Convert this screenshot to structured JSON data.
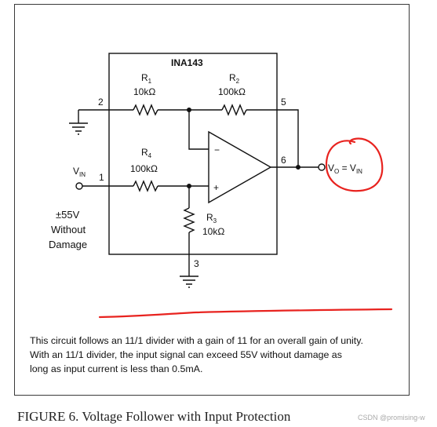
{
  "chip": {
    "name": "INA143"
  },
  "resistors": {
    "r1": {
      "name": "R",
      "sub": "1",
      "value": "10kΩ"
    },
    "r2": {
      "name": "R",
      "sub": "2",
      "value": "100kΩ"
    },
    "r3": {
      "name": "R",
      "sub": "3",
      "value": "10kΩ"
    },
    "r4": {
      "name": "R",
      "sub": "4",
      "value": "100kΩ"
    }
  },
  "pins": {
    "p1": "1",
    "p2": "2",
    "p3": "3",
    "p5": "5",
    "p6": "6"
  },
  "opamp": {
    "minus": "−",
    "plus": "+"
  },
  "input": {
    "label": "V",
    "sub": "IN"
  },
  "output": {
    "v": "V",
    "sub_o": "O",
    "eq": " = V",
    "sub_in": "IN"
  },
  "protection": {
    "line1": "±55V",
    "line2": "Without",
    "line3": "Damage"
  },
  "description": {
    "line1": "This circuit follows an 11/1 divider with a gain of 11 for an overall gain of unity.",
    "line2": "With an 11/1 divider, the input signal can exceed 55V without damage as",
    "line3": "long as input current is less than 0.5mA."
  },
  "caption": "FIGURE 6. Voltage Follower with Input Protection",
  "watermark": "CSDN @promising-w",
  "colors": {
    "annotation": "#e8231f",
    "ink": "#111111"
  }
}
